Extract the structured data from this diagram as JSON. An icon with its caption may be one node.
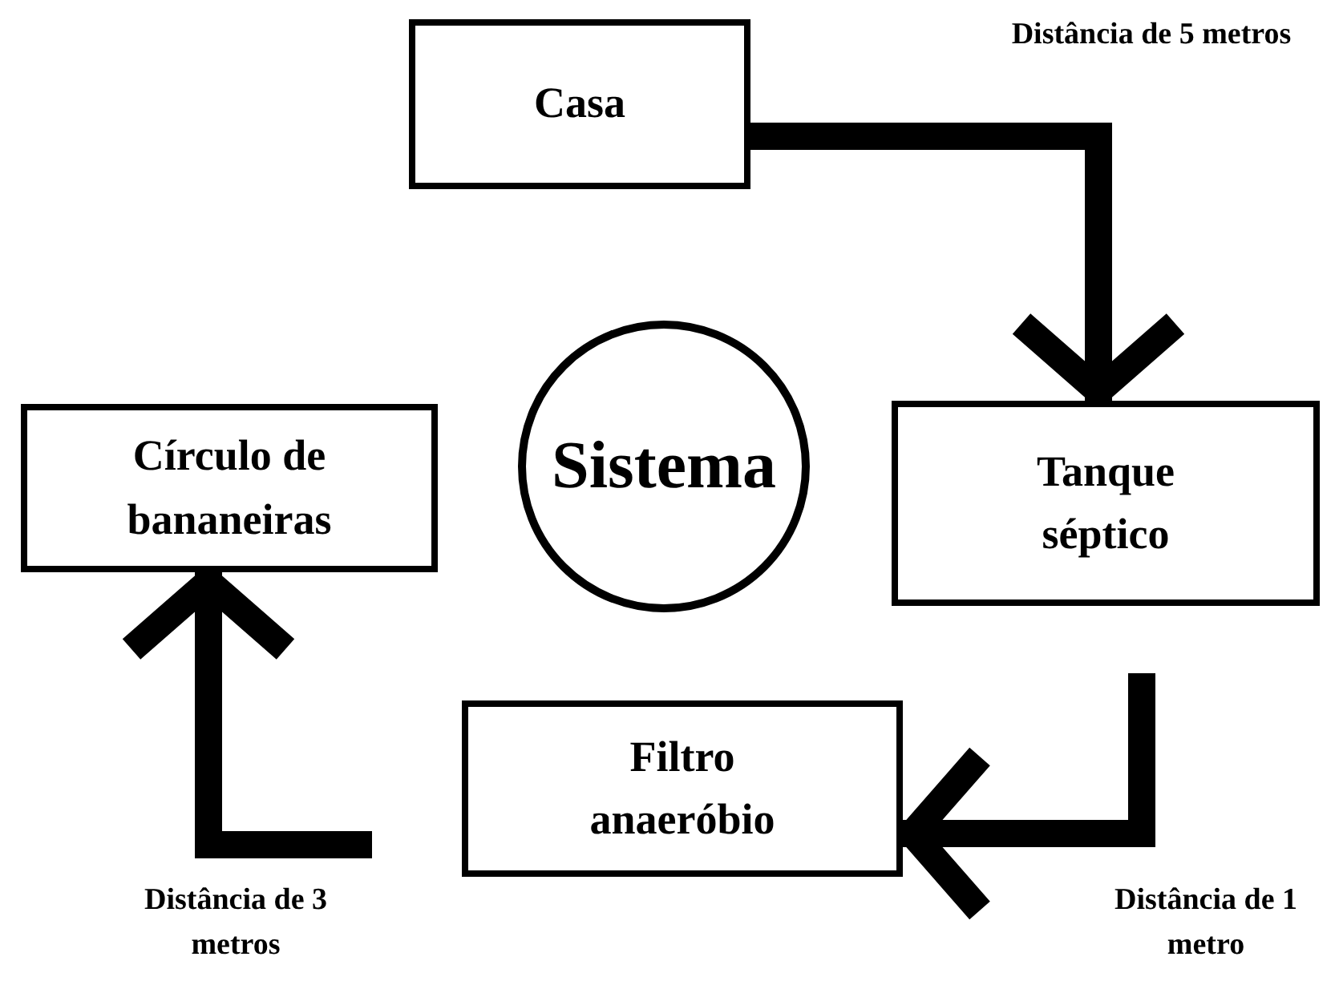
{
  "diagram": {
    "nodes": [
      {
        "text": [
          "Casa"
        ]
      },
      {
        "text": [
          "Sistema"
        ]
      },
      {
        "text": [
          "Círculo de bananeiras"
        ]
      },
      {
        "text": [
          "Tanque séptico"
        ]
      },
      {
        "text": [
          "Filtro anaeróbio"
        ]
      }
    ],
    "edges": [
      {
        "from": 0,
        "to": 3,
        "arrow": "to",
        "label": "Distância de 5 metros"
      },
      {
        "from": 3,
        "to": 4,
        "arrow": "to",
        "label": "Distância de 1 metro"
      },
      {
        "from": 4,
        "to": 2,
        "arrow": "to",
        "label": "Distância de 3 metros"
      }
    ]
  }
}
